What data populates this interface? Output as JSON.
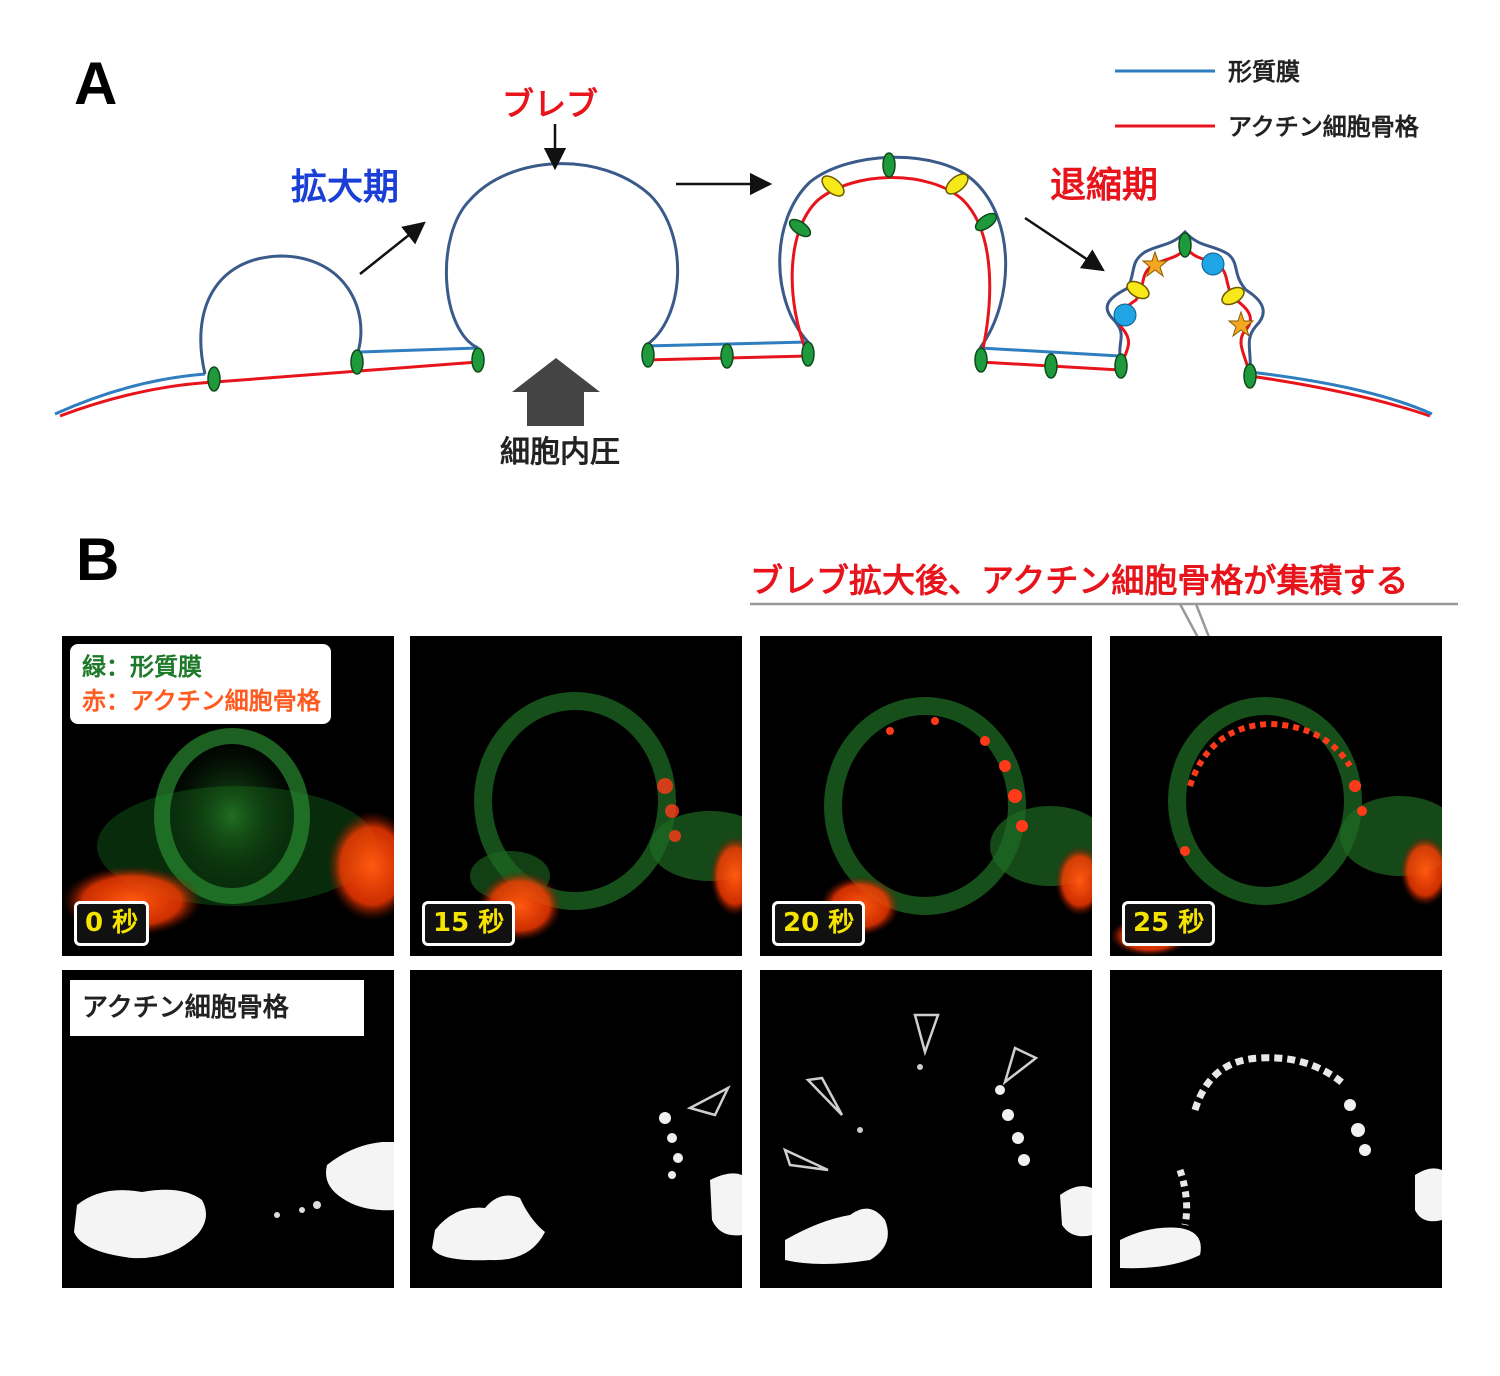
{
  "panel_a": {
    "letter": "A",
    "legend": {
      "membrane_label": "形質膜",
      "membrane_color": "#2f7ec0",
      "actin_label": "アクチン細胞骨格",
      "actin_color": "#e8141c"
    },
    "labels": {
      "expansion_phase": "拡大期",
      "bleb": "ブレブ",
      "retraction_phase": "退縮期",
      "intracellular_pressure": "細胞内圧"
    },
    "colors": {
      "expansion_text": "#1a3fd6",
      "bleb_text": "#e8141c",
      "retraction_text": "#e8141c",
      "linker_green": "#1e9a3c",
      "protein_yellow": "#f7e81a",
      "protein_blue": "#1fa5e6",
      "star_orange": "#f5a623"
    }
  },
  "panel_b": {
    "letter": "B",
    "callout": "ブレブ拡大後、アクチン細胞骨格が集積する",
    "key": {
      "green_line": "緑：形質膜",
      "red_line": "赤：アクチン細胞骨格"
    },
    "actin_label": "アクチン細胞骨格",
    "timepoints": [
      {
        "label": "0 秒"
      },
      {
        "label": "15 秒"
      },
      {
        "label": "20 秒"
      },
      {
        "label": "25 秒"
      }
    ]
  }
}
